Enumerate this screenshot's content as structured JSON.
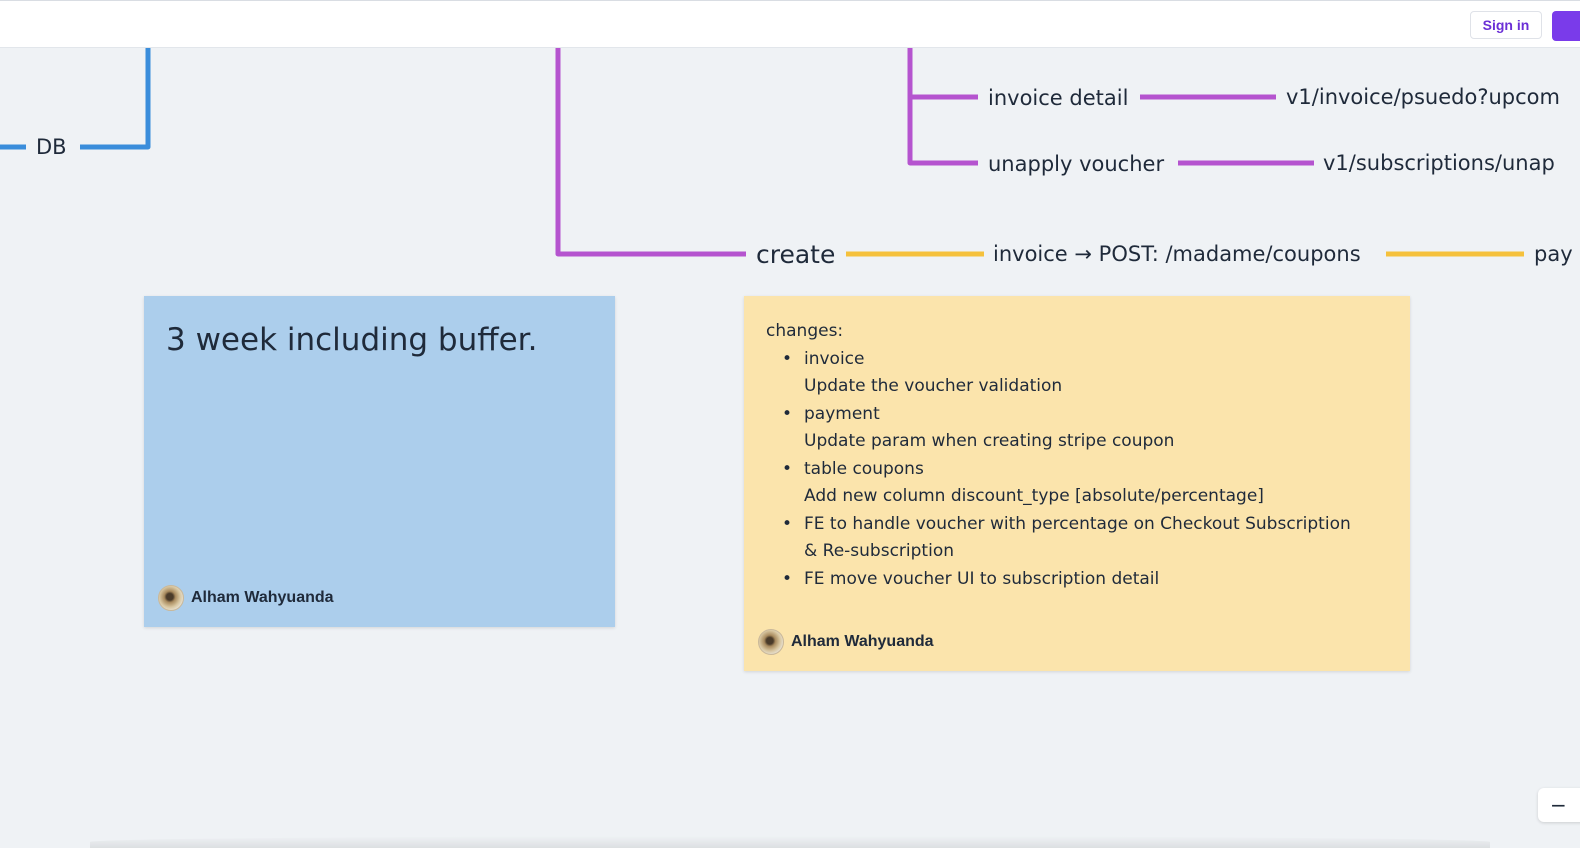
{
  "header": {
    "signin_label": "Sign in"
  },
  "mindmap": {
    "nodes": {
      "db": "DB",
      "invoice_detail": "invoice detail",
      "invoice_detail_endpoint": "v1/invoice/psuedo?upcom",
      "unapply_voucher": "unapply voucher",
      "unapply_voucher_endpoint": "v1/subscriptions/unap",
      "create": "create",
      "create_invoice": "invoice → POST: /madame/coupons",
      "create_payment": "pay"
    },
    "colors": {
      "blue_branch": "#3a8ddb",
      "purple_branch": "#b554cf",
      "yellow_branch": "#f5c13c"
    }
  },
  "stickies": {
    "estimate": {
      "text": "3 week including buffer.",
      "author": "Alham Wahyuanda",
      "color": "#acceec"
    },
    "changes": {
      "heading": "changes:",
      "items": [
        {
          "title": "invoice",
          "detail": "Update the voucher validation"
        },
        {
          "title": "payment",
          "detail": "Update param when creating stripe coupon"
        },
        {
          "title": "table coupons",
          "detail": "Add new column discount_type [absolute/percentage]"
        },
        {
          "title": "FE to handle voucher with percentage on Checkout Subscription",
          "detail": "& Re-subscription"
        },
        {
          "title": "FE move voucher UI to subscription detail",
          "detail": ""
        }
      ],
      "author": "Alham Wahyuanda",
      "color": "#fbe4ac"
    }
  },
  "zoom": {
    "zoom_out_icon": "minus-icon",
    "zoom_out_glyph": "−"
  }
}
